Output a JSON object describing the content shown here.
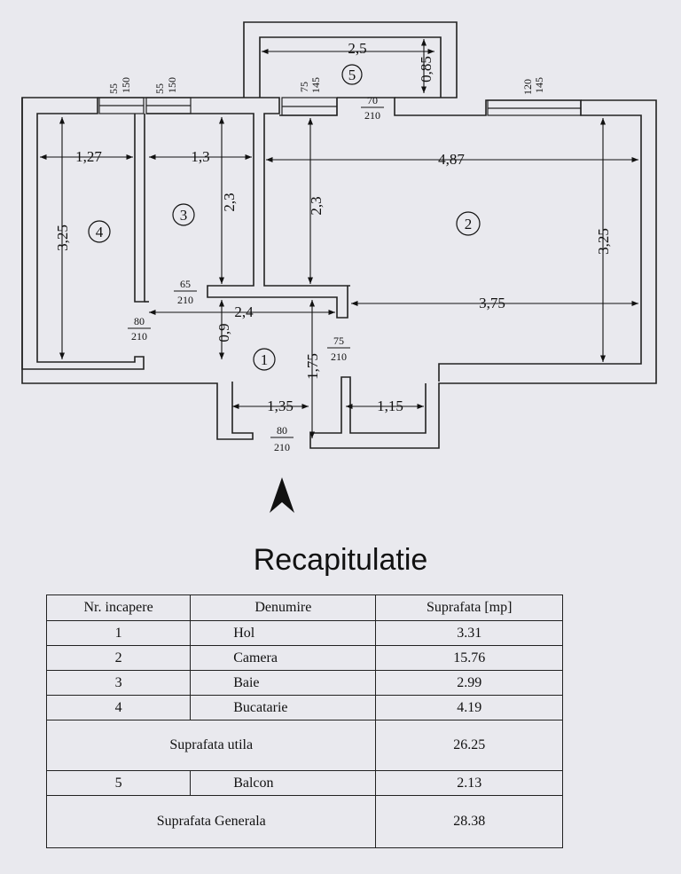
{
  "plan": {
    "rooms": [
      "1",
      "2",
      "3",
      "4",
      "5"
    ],
    "dims": {
      "balcony_w": "2,5",
      "balcony_d": "0,85",
      "r4_w": "1,27",
      "r3_w": "1,3",
      "r2_w": "4,87",
      "r4_h": "3,25",
      "r3_h": "2,3",
      "r2_hl": "2,3",
      "r2_hr": "3,25",
      "hall_w": "2,4",
      "r2_bottom": "3,75",
      "hall_d": "0,9",
      "hall_h": "1,75",
      "entry_l": "1,35",
      "entry_r": "1,15"
    },
    "win": [
      "55",
      "150",
      "55",
      "150",
      "75",
      "145",
      "120",
      "145"
    ],
    "doors": {
      "d_balcony": [
        "70",
        "210"
      ],
      "d_bath": [
        "65",
        "210"
      ],
      "d_kitchen": [
        "80",
        "210"
      ],
      "d_room": [
        "75",
        "210"
      ],
      "d_entry": [
        "80",
        "210"
      ]
    }
  },
  "title": "Recapitulatie",
  "table": {
    "headers": [
      "Nr. incapere",
      "Denumire",
      "Suprafata [mp]"
    ],
    "rows": [
      {
        "nr": "1",
        "name": "Hol",
        "area": "3.31"
      },
      {
        "nr": "2",
        "name": "Camera",
        "area": "15.76"
      },
      {
        "nr": "3",
        "name": "Baie",
        "area": "2.99"
      },
      {
        "nr": "4",
        "name": "Bucatarie",
        "area": "4.19"
      }
    ],
    "util": {
      "label": "Suprafata  utila",
      "area": "26.25"
    },
    "balcon": {
      "nr": "5",
      "name": "Balcon",
      "area": "2.13"
    },
    "general": {
      "label": "Suprafata  Generala",
      "area": "28.38"
    }
  }
}
